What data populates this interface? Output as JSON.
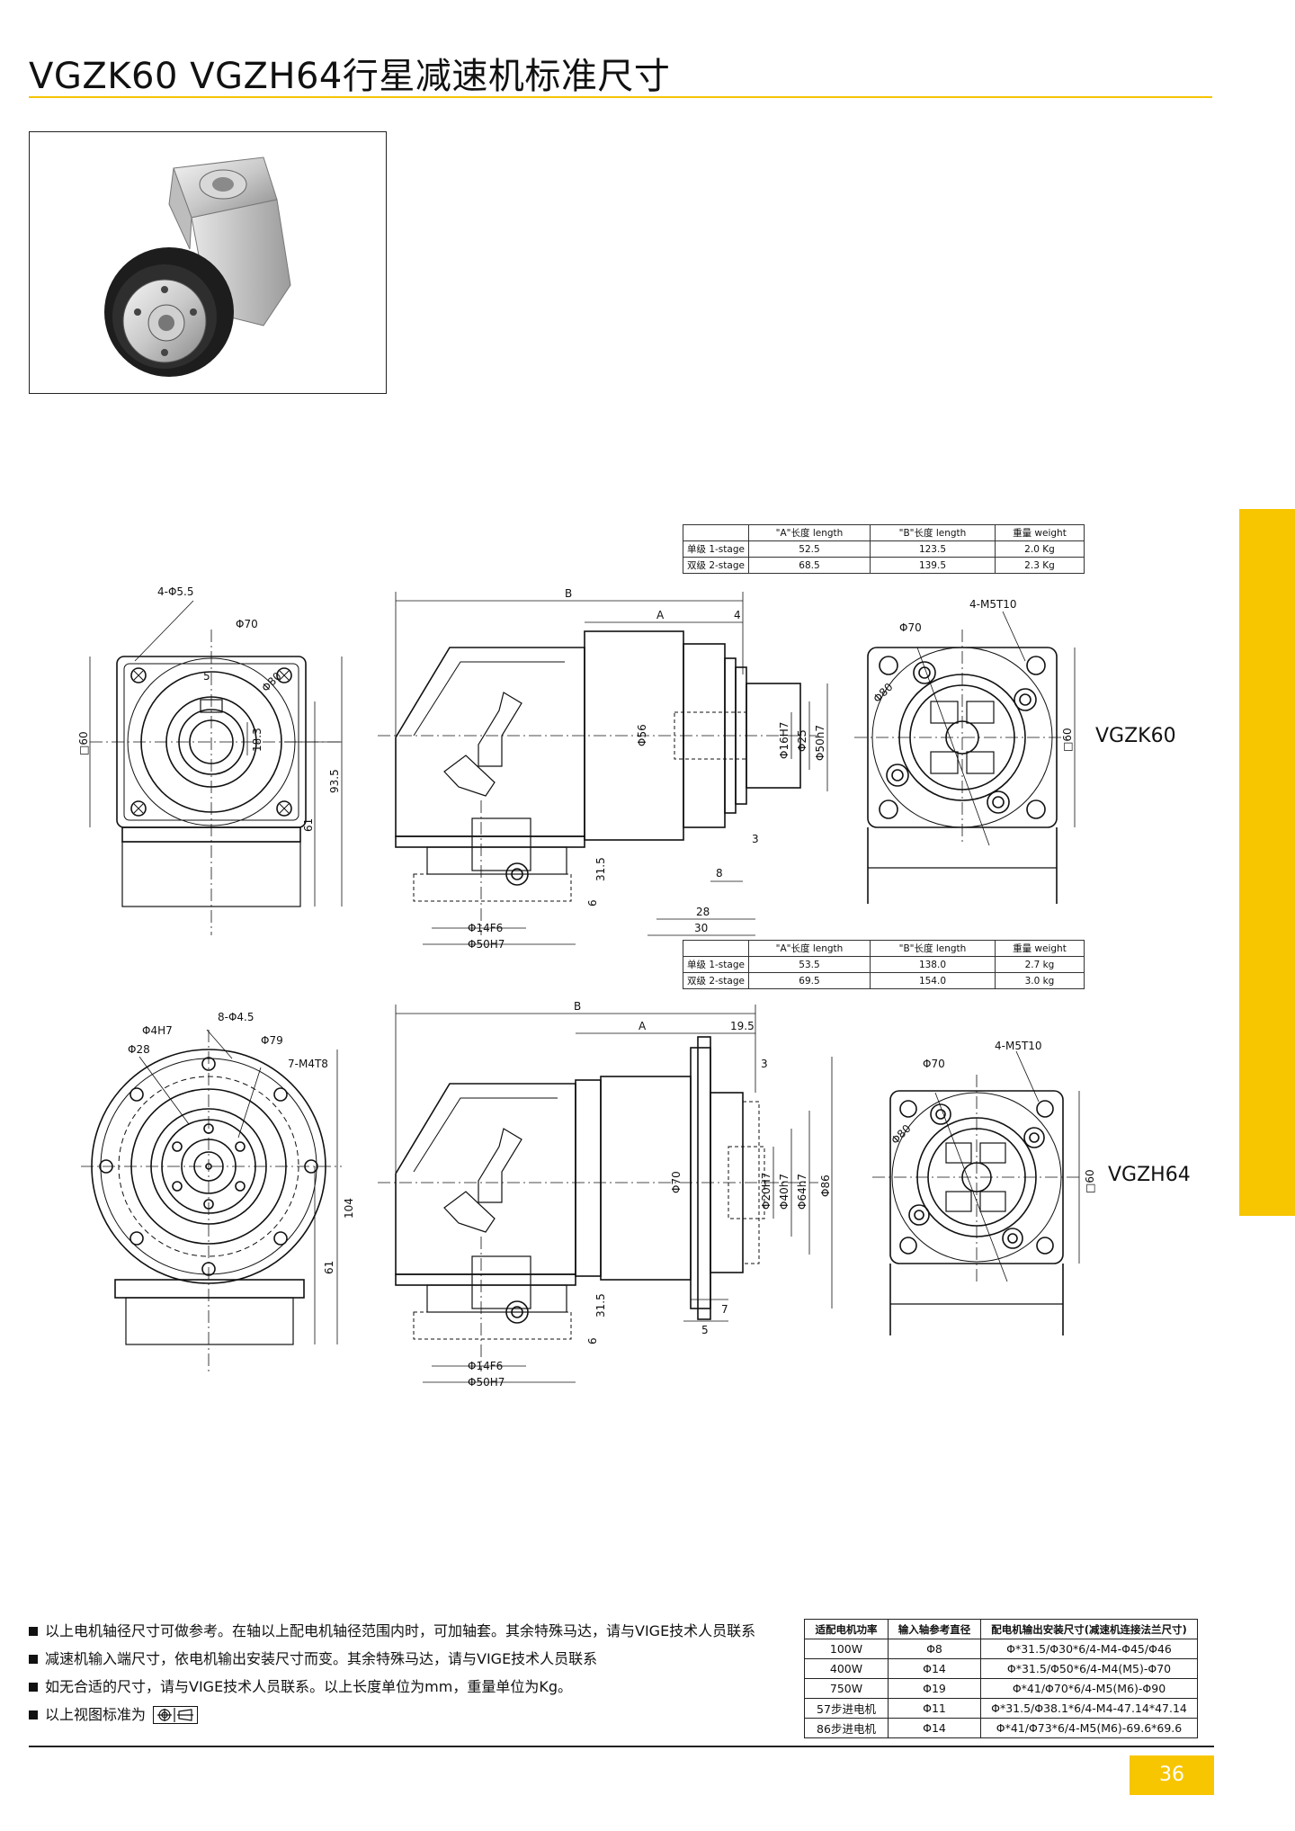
{
  "title": "VGZK60  VGZH64行星减速机标准尺寸",
  "colors": {
    "accent": "#f7c600",
    "line": "#111111"
  },
  "table1": {
    "headers": [
      "",
      "\"A\"长度 length",
      "\"B\"长度 length",
      "重量 weight"
    ],
    "rows": [
      {
        "label": "单级 1-stage",
        "a": "52.5",
        "b": "123.5",
        "w": "2.0 Kg"
      },
      {
        "label": "双级 2-stage",
        "a": "68.5",
        "b": "139.5",
        "w": "2.3 Kg"
      }
    ]
  },
  "table2": {
    "headers": [
      "",
      "\"A\"长度 length",
      "\"B\"长度 length",
      "重量 weight"
    ],
    "rows": [
      {
        "label": "单级 1-stage",
        "a": "53.5",
        "b": "138.0",
        "w": "2.7 kg"
      },
      {
        "label": "双级 2-stage",
        "a": "69.5",
        "b": "154.0",
        "w": "3.0 kg"
      }
    ]
  },
  "model1": "VGZK60",
  "model2": "VGZH64",
  "dims1": {
    "holes": "4-Φ5.5",
    "phi70": "Φ70",
    "phi80": "Φ80",
    "d5": "5",
    "d18_3": "18.3",
    "sq60": "□60",
    "d93_5": "93.5",
    "d61": "61",
    "B": "B",
    "A": "A",
    "d4": "4",
    "phi56": "Φ56",
    "phi16h7": "Φ16H7",
    "phi25": "Φ25",
    "phi50h7": "Φ50h7",
    "d3": "3",
    "d8": "8",
    "d28": "28",
    "d30": "30",
    "d31_5": "31.5",
    "d6": "6",
    "phi14f6": "Φ14F6",
    "phi50H7": "Φ50H7",
    "m5": "4-M5T10",
    "phi70r": "Φ70",
    "phi80r": "Φ80",
    "sq60r": "□60"
  },
  "dims2": {
    "phi4h7": "Φ4H7",
    "holes8": "8-Φ4.5",
    "phi79": "Φ79",
    "phi28": "Φ28",
    "m4": "7-M4T8",
    "d104": "104",
    "d61": "61",
    "B": "B",
    "A": "A",
    "d19_5": "19.5",
    "d3": "3",
    "phi70": "Φ70",
    "phi20h7": "Φ20H7",
    "phi40h7": "Φ40h7",
    "phi64h7": "Φ64h7",
    "phi86": "Φ86",
    "d7": "7",
    "d5": "5",
    "d31_5": "31.5",
    "d6": "6",
    "phi14f6": "Φ14F6",
    "phi50H7": "Φ50H7",
    "m5": "4-M5T10",
    "phi70r": "Φ70",
    "phi80r": "Φ80",
    "sq60r": "□60"
  },
  "notes": [
    "以上电机轴径尺寸可做参考。在轴以上配电机轴径范围内时，可加轴套。其余特殊马达，请与VIGE技术人员联系",
    "减速机输入端尺寸，依电机输出安装尺寸而变。其余特殊马达，请与VIGE技术人员联系",
    "如无合适的尺寸，请与VIGE技术人员联系。以上长度单位为mm，重量单位为Kg。",
    "以上视图标准为"
  ],
  "motor_table": {
    "headers": [
      "适配电机功率",
      "输入轴参考直径",
      "配电机输出安装尺寸(减速机连接法兰尺寸)"
    ],
    "rows": [
      [
        "100W",
        "Φ8",
        "Φ*31.5/Φ30*6/4-M4-Φ45/Φ46"
      ],
      [
        "400W",
        "Φ14",
        "Φ*31.5/Φ50*6/4-M4(M5)-Φ70"
      ],
      [
        "750W",
        "Φ19",
        "Φ*41/Φ70*6/4-M5(M6)-Φ90"
      ],
      [
        "57步进电机",
        "Φ11",
        "Φ*31.5/Φ38.1*6/4-M4-47.14*47.14"
      ],
      [
        "86步进电机",
        "Φ14",
        "Φ*41/Φ73*6/4-M5(M6)-69.6*69.6"
      ]
    ]
  },
  "page_number": "36"
}
